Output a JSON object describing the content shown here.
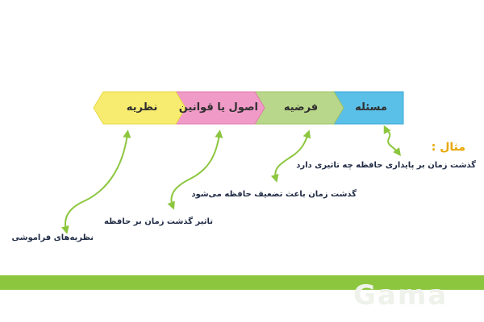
{
  "steps": [
    {
      "id": "masaleh",
      "label": "مسئله",
      "color": "#5bc0e8",
      "shade": "#3aa7d6"
    },
    {
      "id": "farziyeh",
      "label": "فرضیه",
      "color": "#b9d78a",
      "shade": "#9ec266"
    },
    {
      "id": "osool",
      "label": "اصول یا قوانین",
      "color": "#f09ac7",
      "shade": "#e27cb1"
    },
    {
      "id": "nazariyeh",
      "label": "نظریه",
      "color": "#f7ec6f",
      "shade": "#e6d84a"
    }
  ],
  "example": {
    "title": "مثال :",
    "text": "گذشت زمان  بر پایداری حافظه چه تاثیری دارد"
  },
  "captions": {
    "farziyeh": "گذشت زمان باعث تضعیف حافظه می‌شود",
    "osool": "تاثیر گذشت زمان بر حافظه",
    "nazariyeh": "نظریه‌های فراموشی"
  },
  "arrow_color": "#8cc63f",
  "footer": {
    "logo": "Gama",
    "bar_color": "#8cc63f"
  }
}
